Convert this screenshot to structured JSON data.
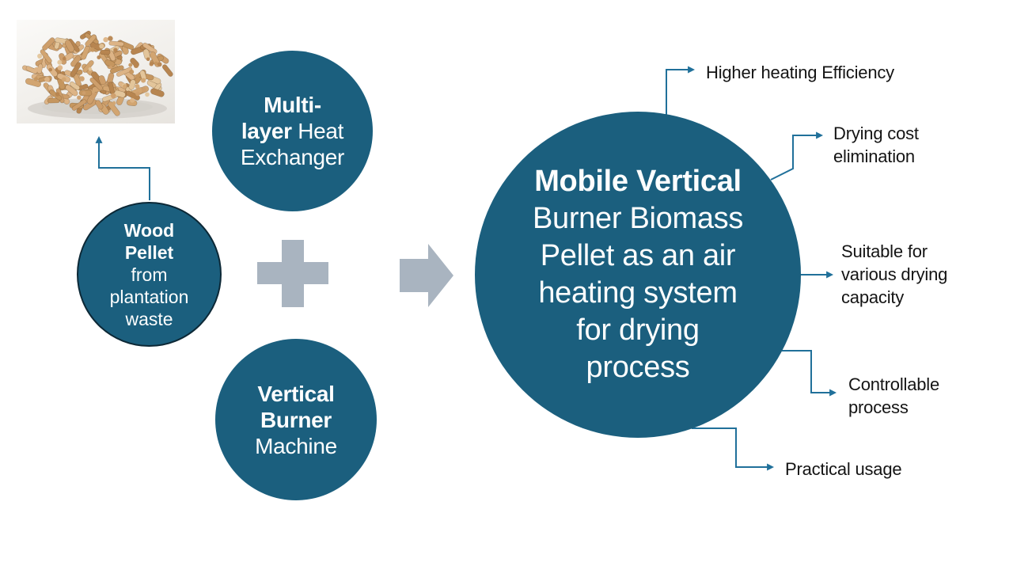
{
  "slide": {
    "background": "#FFFFFF"
  },
  "colors": {
    "circle_fill": "#1B5F7E",
    "wood_circle_border": "#0C2836",
    "connector": "#20709A",
    "operator_gray": "#A9B4C0",
    "text_dark": "#141414",
    "text_light": "#FDFEFE",
    "photo_bg": "#F1EFEB",
    "pellet_palette": [
      "#DDB486",
      "#D2A571",
      "#C5965F",
      "#B78550",
      "#E3C59A",
      "#CD9E6B"
    ],
    "pellet_shadow": "#D2CEC8"
  },
  "photo": {
    "name": "wood-pellets-photo",
    "alt": "Pile of wood pellets"
  },
  "icons": {
    "plus": "plus-icon",
    "transform_arrow": "arrow-right-icon",
    "connector_arrowhead": "arrowhead-icon"
  },
  "input_circles": [
    {
      "id": "multilayer",
      "lines": [
        [
          {
            "t": "Multi-",
            "b": true
          }
        ],
        [
          {
            "t": "layer ",
            "b": true
          },
          {
            "t": "Heat",
            "b": false
          }
        ],
        [
          {
            "t": "Exchanger",
            "b": false
          }
        ]
      ]
    },
    {
      "id": "woodpellet",
      "lines": [
        [
          {
            "t": "Wood",
            "b": true
          }
        ],
        [
          {
            "t": "Pellet",
            "b": true
          }
        ],
        [
          {
            "t": "from",
            "b": false
          }
        ],
        [
          {
            "t": "plantation",
            "b": false
          }
        ],
        [
          {
            "t": "waste",
            "b": false
          }
        ]
      ]
    },
    {
      "id": "verticalburner",
      "lines": [
        [
          {
            "t": "Vertical",
            "b": true
          }
        ],
        [
          {
            "t": "Burner",
            "b": true
          }
        ],
        [
          {
            "t": "Machine",
            "b": false
          }
        ]
      ]
    }
  ],
  "main_circle": {
    "lines": [
      [
        {
          "t": "Mobile Vertical",
          "b": true
        }
      ],
      [
        {
          "t": "Burner Biomass",
          "b": false
        }
      ],
      [
        {
          "t": "Pellet as an air",
          "b": false
        }
      ],
      [
        {
          "t": "heating system",
          "b": false
        }
      ],
      [
        {
          "t": "for drying",
          "b": false
        }
      ],
      [
        {
          "t": "process",
          "b": false
        }
      ]
    ]
  },
  "benefits": [
    {
      "label": "Higher heating Efficiency"
    },
    {
      "label": "Drying cost\nelimination"
    },
    {
      "label": "Suitable for\nvarious drying\ncapacity"
    },
    {
      "label": "Controllable\nprocess"
    },
    {
      "label": "Practical usage"
    }
  ]
}
